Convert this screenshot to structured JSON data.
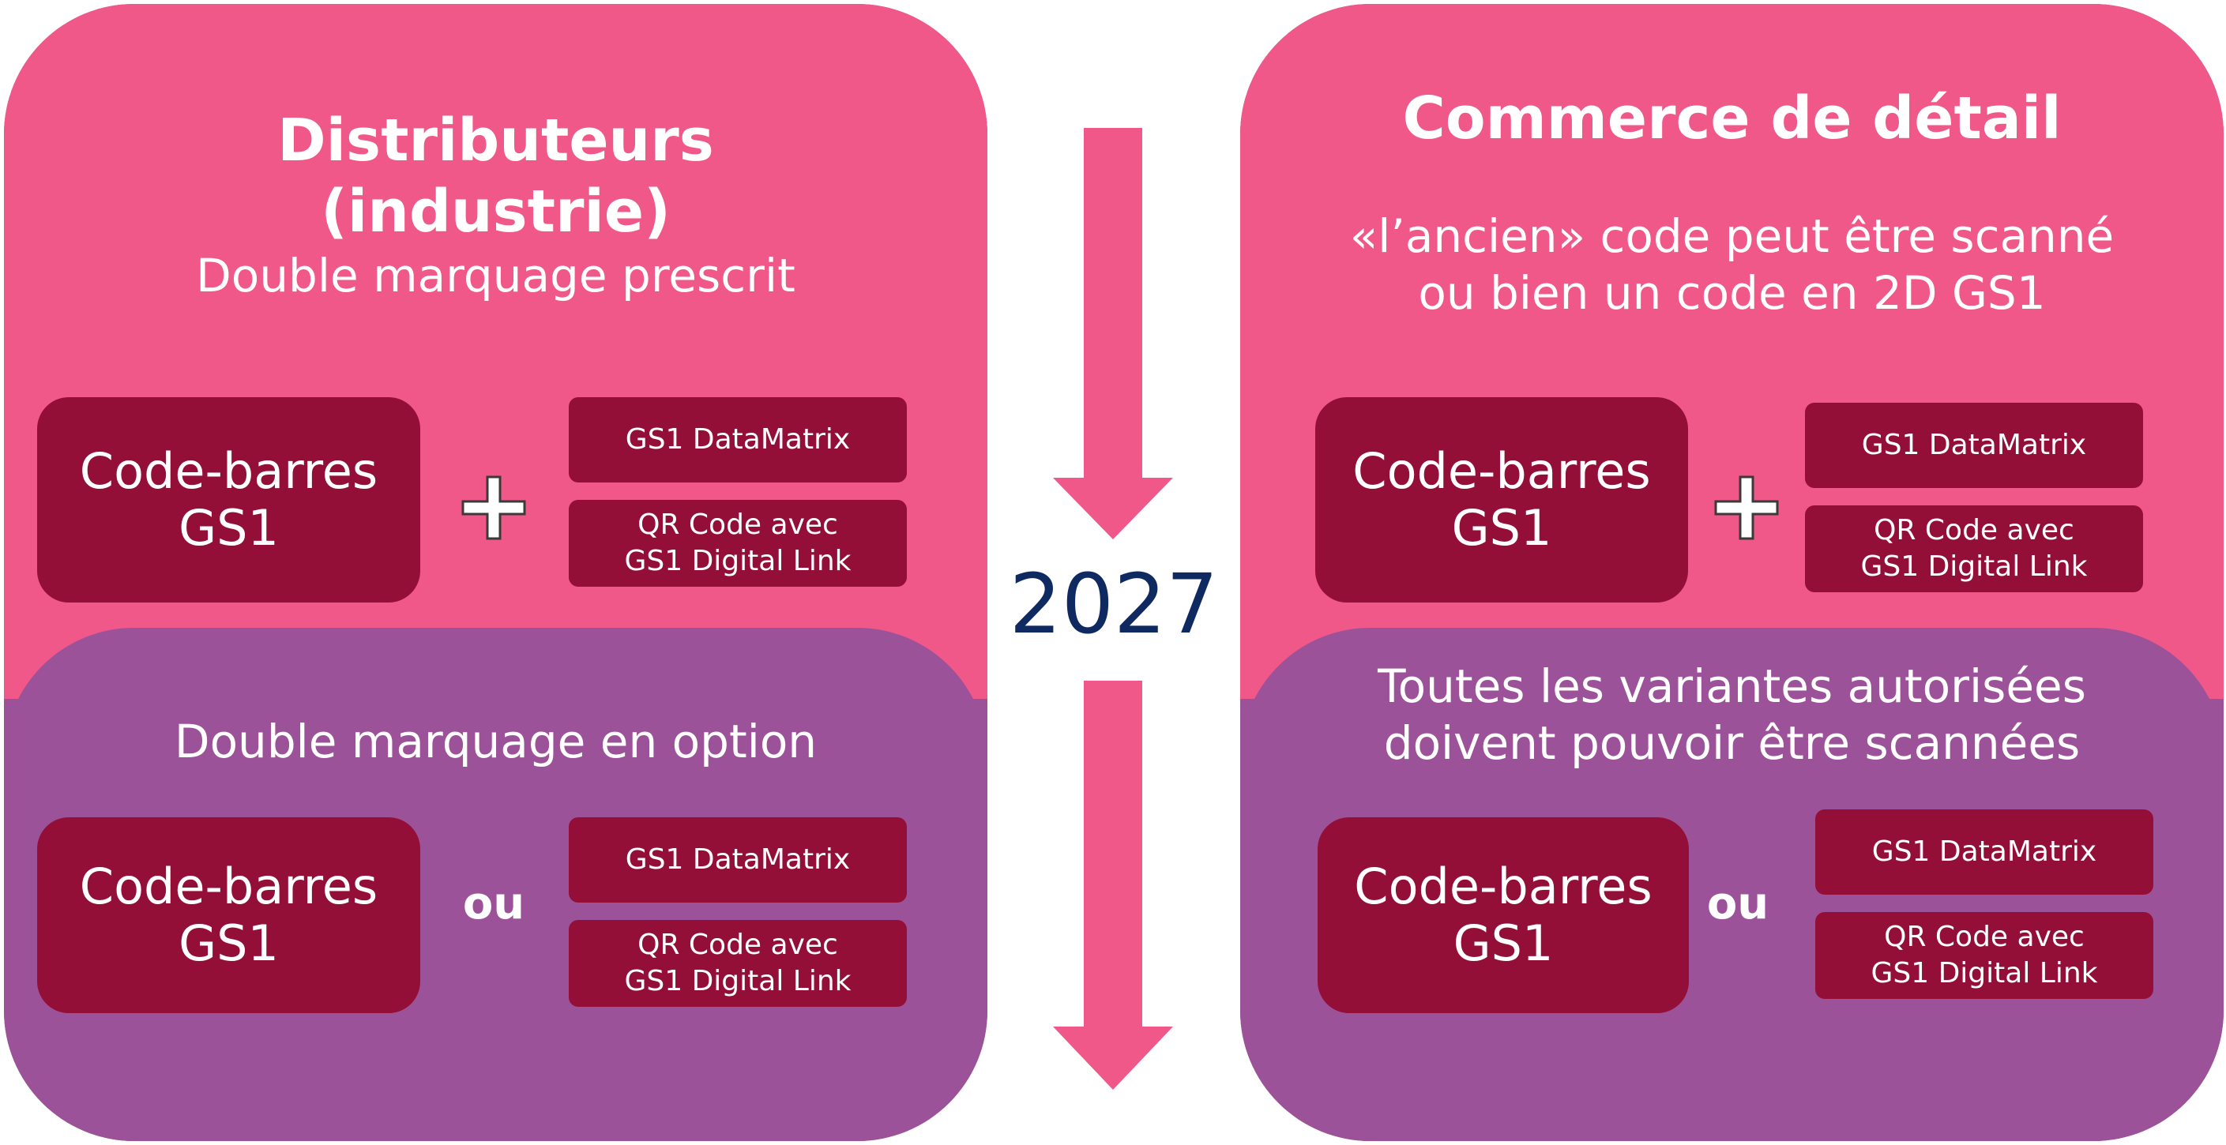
{
  "year": "2027",
  "left": {
    "title_line1": "Distributeurs",
    "title_line2": "(industrie)",
    "subtitle": "Double marquage prescrit",
    "top_main_code": "Code-barres\nGS1",
    "top_connector": "+",
    "top_option1": "GS1 DataMatrix",
    "top_option2": "QR Code avec\nGS1 Digital Link",
    "bottom_subtitle": "Double marquage en option",
    "bottom_main_code": "Code-barres\nGS1",
    "bottom_connector": "ou",
    "bottom_option1": "GS1 DataMatrix",
    "bottom_option2": "QR Code avec\nGS1 Digital Link"
  },
  "right": {
    "title": "Commerce de détail",
    "subtitle": "«l’ancien» code peut être scanné\nou bien un code en 2D GS1",
    "top_main_code": "Code-barres\nGS1",
    "top_connector": "+",
    "top_option1": "GS1 DataMatrix",
    "top_option2": "QR Code avec\nGS1 Digital Link",
    "bottom_subtitle": "Toutes les variantes autorisées\ndoivent pouvoir être scannées",
    "bottom_main_code": "Code-barres\nGS1",
    "bottom_connector": "ou",
    "bottom_option1": "GS1 DataMatrix",
    "bottom_option2": "QR Code avec\nGS1 Digital Link"
  },
  "colors": {
    "pink": "#ef5888",
    "purple": "#9c5298",
    "dark_red": "#930f38",
    "year_blue": "#0e2a60",
    "arrow_pink": "#ef5888"
  }
}
